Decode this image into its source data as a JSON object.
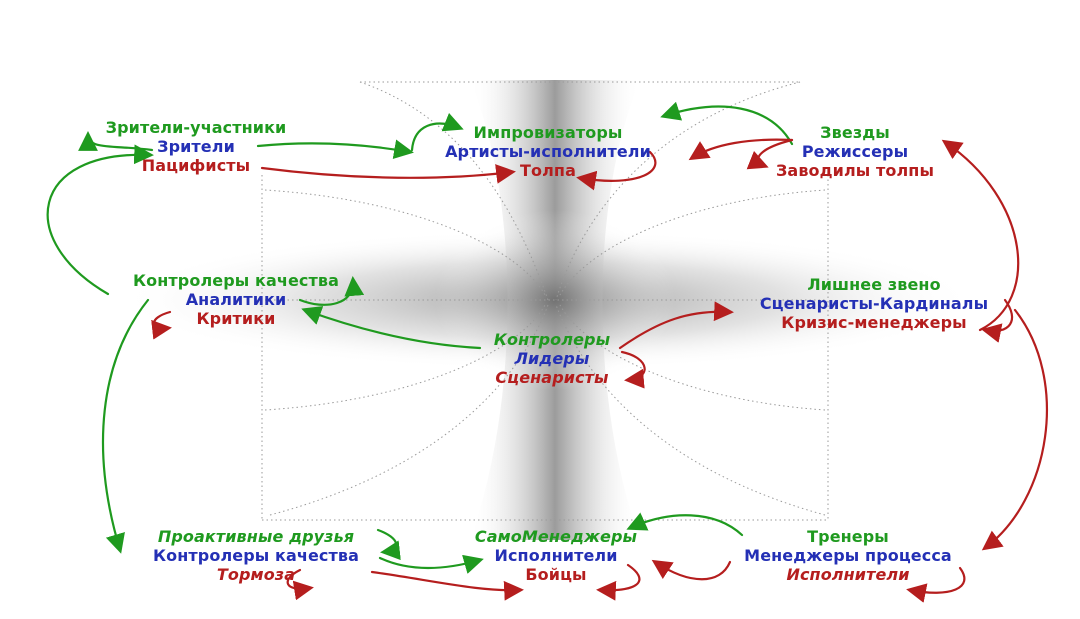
{
  "colors": {
    "green": "#1f9a1f",
    "blue": "#2430b5",
    "red": "#b51e1e"
  },
  "groups": {
    "top_left": {
      "line1": "Зрители-участники",
      "line2": "Зрители",
      "line3": "Пацифисты",
      "figure_color": "#9a97dc"
    },
    "top_center": {
      "line1": "Импровизаторы",
      "line2": "Артисты-исполнители",
      "line3": "Толпа",
      "figure_colors": [
        "#efb6dc",
        "#ffffff",
        "#f3c5c0"
      ]
    },
    "top_right": {
      "line1": "Звезды",
      "line2": "Режиссеры",
      "line3": "Заводилы толпы",
      "figure_color": "#f4b183"
    },
    "mid_left": {
      "line1": "Контролеры качества",
      "line2": "Аналитики",
      "line3": "Критики",
      "figure_color": "#b9f1f4",
      "figure2_color": "#25b3ad"
    },
    "center": {
      "line1": "Контролеры",
      "line2": "Лидеры",
      "line3": "Сценаристы",
      "figure_color": "#2bd52b"
    },
    "mid_right": {
      "line1": "Лишнее звено",
      "line2": "Сценаристы-Кардиналы",
      "line3": "Кризис-менеджеры",
      "figure_color": "#f4f20e",
      "figure2_color": "#8d8616"
    },
    "bottom_left": {
      "line1": "Проактивные друзья",
      "line2": "Контролеры качества",
      "line3": "Тормоза",
      "figure_color": "#1414b6"
    },
    "bottom_center": {
      "line1": "СамоМенеджеры",
      "line2": "Исполнители",
      "line3": "Бойцы",
      "figure_colors": [
        "#8a1aa0",
        "#0a0a0a",
        "#c41414"
      ]
    },
    "bottom_right": {
      "line1": "Тренеры",
      "line2": "Менеджеры процесса",
      "line3": "Исполнители",
      "figure_color": "#9a6a3e"
    }
  }
}
